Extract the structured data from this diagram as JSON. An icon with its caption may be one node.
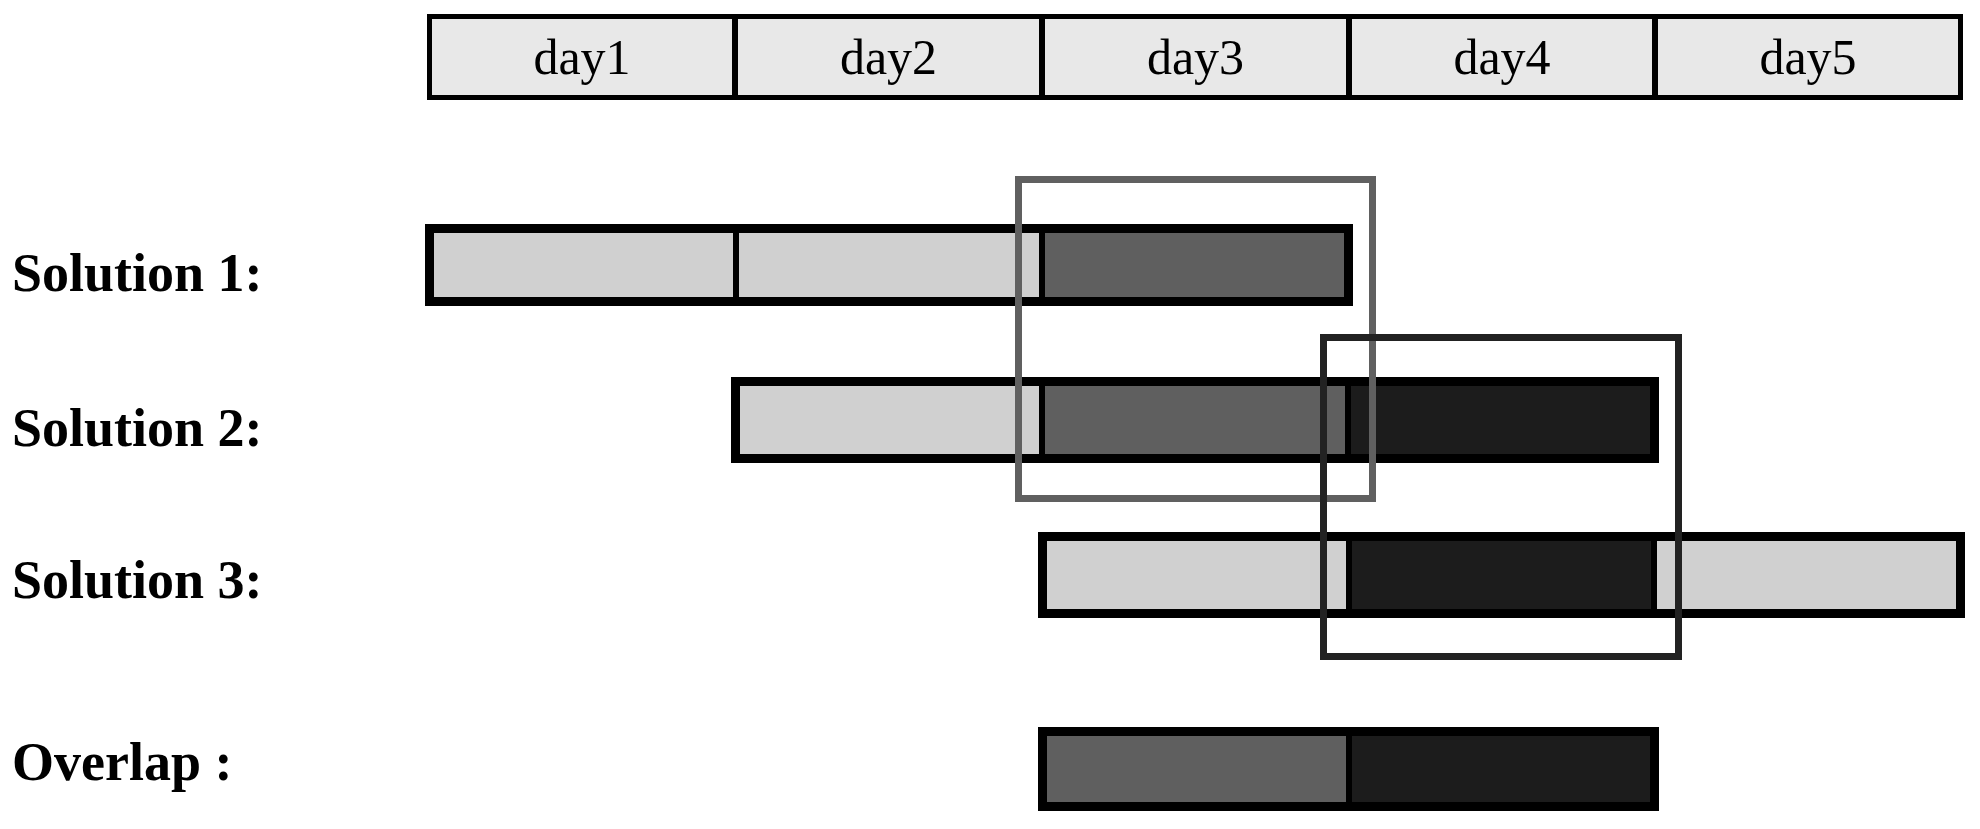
{
  "diagram": {
    "nodes": [
      {
        "text": [
          "day1"
        ]
      },
      {
        "text": [
          "day2"
        ]
      },
      {
        "text": [
          "day3"
        ]
      },
      {
        "text": [
          "day4"
        ]
      },
      {
        "text": [
          "day5"
        ]
      }
    ],
    "labels": [
      "Solution 1:",
      "Solution 2:",
      "Solution 3:",
      "Overlap :"
    ]
  }
}
